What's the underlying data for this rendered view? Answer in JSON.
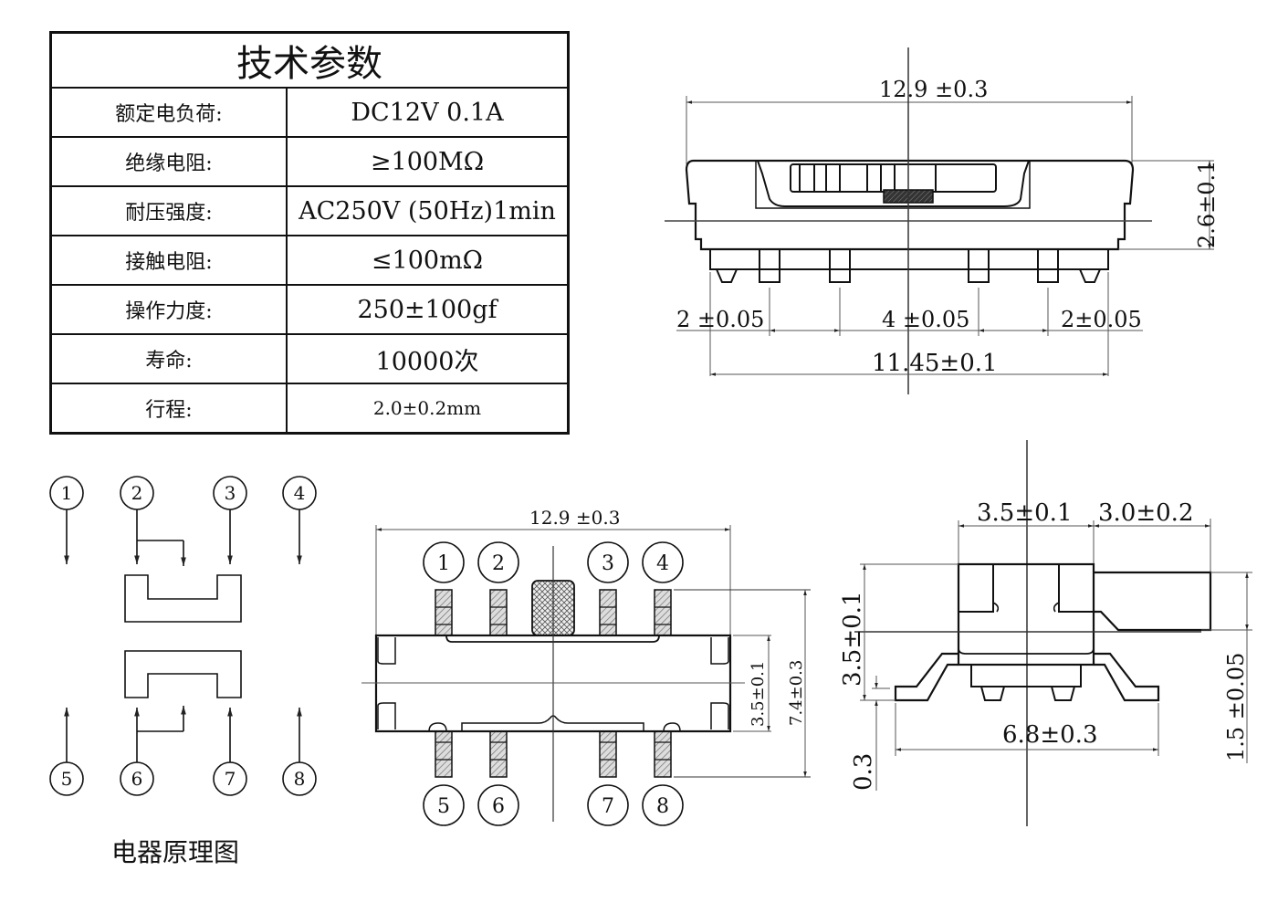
{
  "spec_table": {
    "title": "技术参数",
    "rows": [
      {
        "label": "额定电负荷:",
        "value": "DC12V 0.1A"
      },
      {
        "label": "绝缘电阻:",
        "value": "≥100MΩ"
      },
      {
        "label": "耐压强度:",
        "value": "AC250V (50Hz)1min"
      },
      {
        "label": "接触电阻:",
        "value": "≤100mΩ"
      },
      {
        "label": "操作力度:",
        "value": "250±100gf"
      },
      {
        "label": "寿命:",
        "value": "10000次"
      },
      {
        "label": "行程:",
        "value": "2.0±0.2mm"
      }
    ]
  },
  "front_view": {
    "width_dim": "12.9 ±0.3",
    "height_dim": "2.6±0.1",
    "pitch_left": "2 ±0.05",
    "pitch_mid": "4 ±0.05",
    "pitch_right": "2±0.05",
    "pin_span": "11.45±0.1"
  },
  "schematic": {
    "pins_top": [
      "1",
      "2",
      "3",
      "4"
    ],
    "pins_bottom": [
      "5",
      "6",
      "7",
      "8"
    ],
    "caption": "电器原理图"
  },
  "top_view": {
    "width_dim": "12.9 ±0.3",
    "body_dim": "3.5±0.1",
    "overall_dim": "7.4±0.3",
    "pins_top": [
      "1",
      "2",
      "3",
      "4"
    ],
    "pins_bottom": [
      "5",
      "6",
      "7",
      "8"
    ]
  },
  "side_view": {
    "body_width": "3.5±0.1",
    "actuator_length": "3.0±0.2",
    "height_dim": "3.5±0.1",
    "actuator_height": "1.5 ±0.05",
    "foot_span": "6.8±0.3",
    "lead_thickness": "0.3"
  }
}
